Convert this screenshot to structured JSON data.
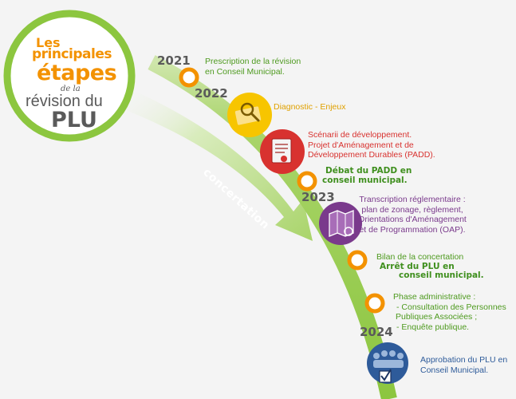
{
  "title": {
    "line1": "Les",
    "line2": "principales",
    "line3": "étapes",
    "line4": "de la",
    "line5": "révision du",
    "line6": "PLU"
  },
  "concertation": "concertation",
  "years": {
    "y2021": "2021",
    "y2022": "2022",
    "y2023": "2023",
    "y2024": "2024"
  },
  "steps": {
    "s1": {
      "line1": "Prescription de la révision",
      "line2": "en Conseil Municipal."
    },
    "s2": {
      "line1": "Diagnostic - Enjeux"
    },
    "s3": {
      "line1": "Scénarii de développement.",
      "line2": "Projet d'Aménagement et de",
      "line3": "Développement Durables (PADD)."
    },
    "s4": {
      "line1": "Débat du PADD en",
      "line2": "conseil municipal."
    },
    "s5": {
      "line1": "Transcription réglementaire :",
      "line2": "plan de zonage, règlement,",
      "line3": "Orientations d'Aménagement",
      "line4": "et de Programmation (OAP)."
    },
    "s6": {
      "line1": "Bilan de la concertation",
      "line2": "Arrêt du PLU en",
      "line3": "conseil municipal."
    },
    "s7": {
      "line1": "Phase administrative :",
      "line2": "- Consultation des Personnes",
      "line3": "Publiques Associées ;",
      "line4": "- Enquête publique."
    },
    "s8": {
      "line1": "Approbation du PLU en",
      "line2": "Conseil Municipal."
    }
  },
  "colors": {
    "green": "#8cc63f",
    "light_green": "#cde6a4",
    "orange": "#f39200",
    "yellow": "#f7c500",
    "red": "#d8322f",
    "purple": "#7a3a8c",
    "blue": "#2e5b9a",
    "dark_grey": "#5a5a5a"
  }
}
